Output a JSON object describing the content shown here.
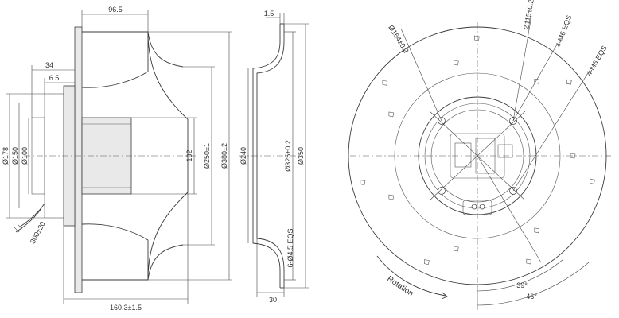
{
  "dimensions": {
    "width_96_5": "96.5",
    "width_34": "34",
    "width_6_5": "6.5",
    "dia_178": "Ø178",
    "dia_150": "Ø150",
    "dia_100": "Ø100",
    "cable_800": "800±20",
    "height_102": "102",
    "dia_250": "Ø250±1",
    "dia_380": "Ø380±2",
    "length_160": "160.3±1.5",
    "thick_1_5": "1.5",
    "dia_240": "Ø240",
    "dia_325": "Ø325±0.2",
    "dia_350": "Ø350",
    "holes_6x4_5": "6-Ø4.5 EQS",
    "width_30": "30",
    "dia_164": "Ø164±0.2",
    "dia_115": "Ø115±0.2",
    "thread_m6_a": "4-M6 EQS",
    "thread_m6_b": "4-M6 EQS",
    "angle_39": "39°",
    "angle_46": "46°"
  },
  "labels": {
    "rotation": "Rotation"
  },
  "colors": {
    "line": "#3a3a3a",
    "fill": "#e9e9e9",
    "background": "#ffffff"
  }
}
